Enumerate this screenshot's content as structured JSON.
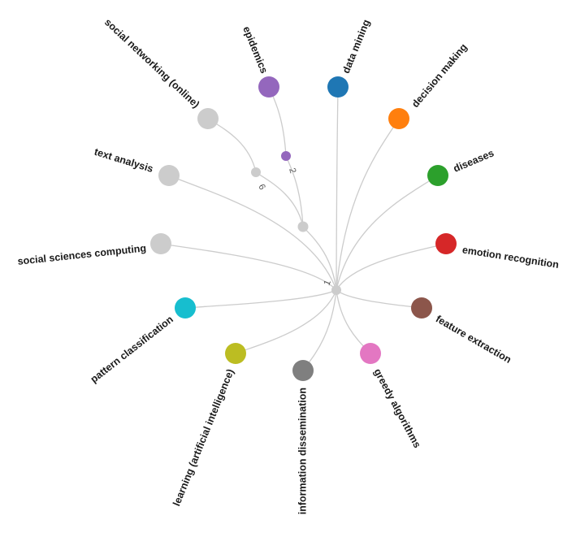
{
  "diagram": {
    "type": "radial-cluster-tree",
    "colors": {
      "link": "#cccccc",
      "grey_node": "#cccccc",
      "label": "#1a1a1a",
      "inner_label": "#555555"
    },
    "inner_nodes": [
      {
        "id": "root",
        "label": "1"
      },
      {
        "id": "branch_a",
        "label": ""
      },
      {
        "id": "branch_6",
        "label": "6"
      },
      {
        "id": "branch_2",
        "label": "2"
      }
    ],
    "leaves": [
      {
        "id": "social-networking-online",
        "label": "social networking (online)",
        "color": "#cccccc",
        "parent": "branch_6"
      },
      {
        "id": "epidemics",
        "label": "epidemics",
        "color": "#9467bd",
        "parent": "branch_2"
      },
      {
        "id": "data-mining",
        "label": "data mining",
        "color": "#1f77b4",
        "parent": "root"
      },
      {
        "id": "decision-making",
        "label": "decision making",
        "color": "#ff7f0e",
        "parent": "root"
      },
      {
        "id": "diseases",
        "label": "diseases",
        "color": "#2ca02c",
        "parent": "root"
      },
      {
        "id": "emotion-recognition",
        "label": "emotion recognition",
        "color": "#d62728",
        "parent": "root"
      },
      {
        "id": "feature-extraction",
        "label": "feature extraction",
        "color": "#8c564b",
        "parent": "root"
      },
      {
        "id": "greedy-algorithms",
        "label": "greedy algorithms",
        "color": "#e377c2",
        "parent": "root"
      },
      {
        "id": "information-dissemination",
        "label": "information dissemination",
        "color": "#7f7f7f",
        "parent": "root"
      },
      {
        "id": "learning-ai",
        "label": "learning (artificial intelligence)",
        "color": "#bcbd22",
        "parent": "root"
      },
      {
        "id": "pattern-classification",
        "label": "pattern classification",
        "color": "#17becf",
        "parent": "root"
      },
      {
        "id": "social-sciences-computing",
        "label": "social sciences computing",
        "color": "#cccccc",
        "parent": "root"
      },
      {
        "id": "text-analysis",
        "label": "text analysis",
        "color": "#cccccc",
        "parent": "root"
      }
    ]
  }
}
